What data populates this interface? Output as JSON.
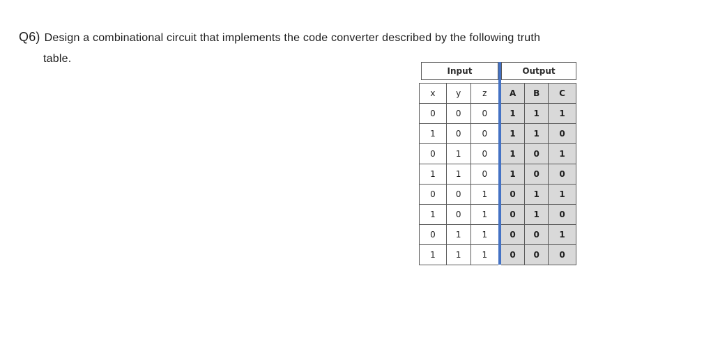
{
  "question": {
    "number": "Q6)",
    "line1": "Design a combinational circuit that implements the code converter described by the following truth",
    "line2": "table."
  },
  "table": {
    "group_headers": [
      {
        "label": "Input"
      },
      {
        "label": "Output"
      }
    ],
    "columns": [
      "x",
      "y",
      "z",
      "A",
      "B",
      "C"
    ],
    "rows": [
      [
        "0",
        "0",
        "0",
        "1",
        "1",
        "1"
      ],
      [
        "1",
        "0",
        "0",
        "1",
        "1",
        "0"
      ],
      [
        "0",
        "1",
        "0",
        "1",
        "0",
        "1"
      ],
      [
        "1",
        "1",
        "0",
        "1",
        "0",
        "0"
      ],
      [
        "0",
        "0",
        "1",
        "0",
        "1",
        "1"
      ],
      [
        "1",
        "0",
        "1",
        "0",
        "1",
        "0"
      ],
      [
        "0",
        "1",
        "1",
        "0",
        "0",
        "1"
      ],
      [
        "1",
        "1",
        "1",
        "0",
        "0",
        "0"
      ]
    ],
    "colors": {
      "output_shading": "#d9d9d9",
      "divider_blue": "#4472c4",
      "border": "#5a5a5a"
    }
  }
}
